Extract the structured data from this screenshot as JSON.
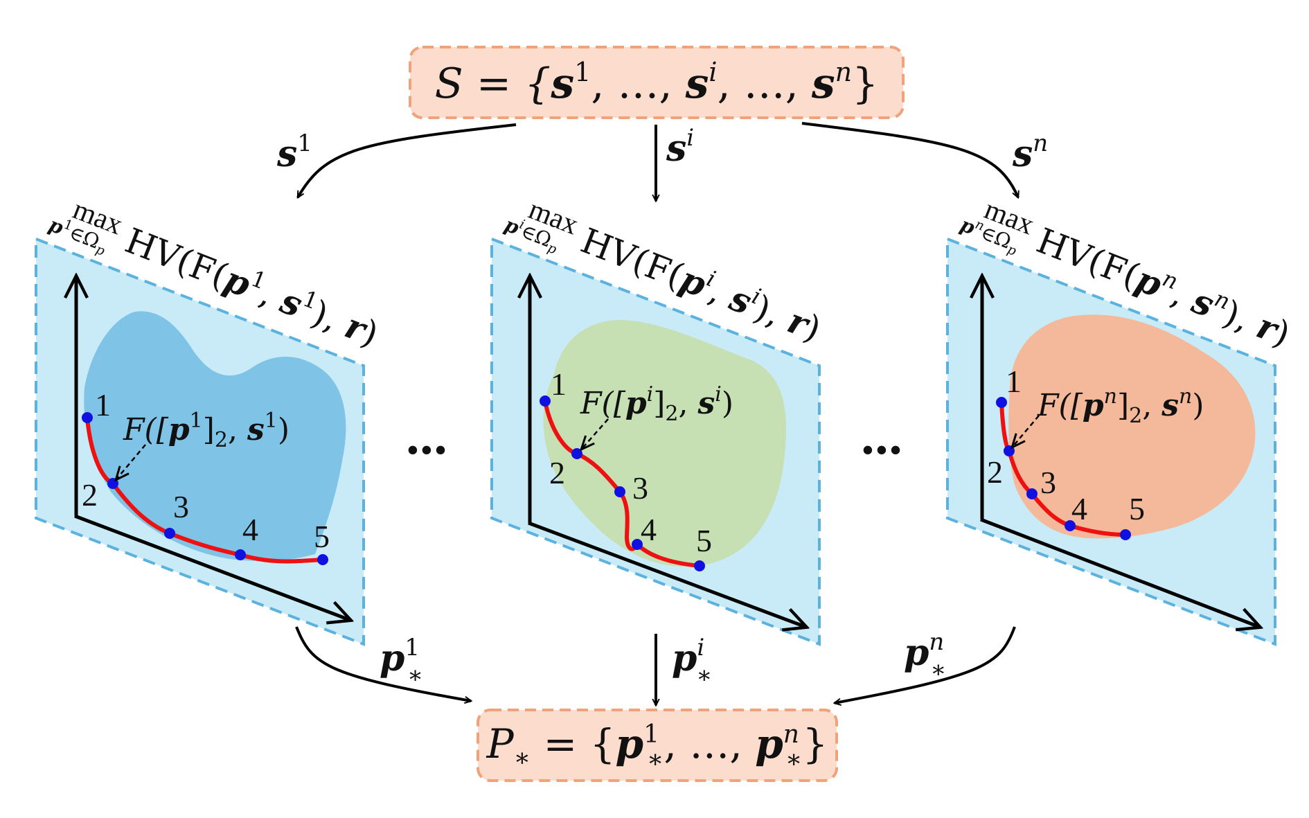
{
  "top_set": {
    "base": "S = {",
    "items": [
      "s",
      "1",
      ", …, ",
      "s",
      "i",
      ", …, ",
      "s",
      "n"
    ],
    "close": "}"
  },
  "bottom_set": {
    "base": "P",
    "star": "∗",
    "eq": " = {",
    "p": "p",
    "sup1": "1",
    "sep": ", …, ",
    "supn": "n",
    "close": "}"
  },
  "inputs": [
    {
      "vec": "s",
      "sup": "1"
    },
    {
      "vec": "s",
      "sup": "i"
    },
    {
      "vec": "s",
      "sup": "n"
    }
  ],
  "outputs": [
    {
      "vec": "p",
      "sup": "1",
      "sub": "∗"
    },
    {
      "vec": "p",
      "sup": "i",
      "sub": "∗"
    },
    {
      "vec": "p",
      "sup": "n",
      "sub": "∗"
    }
  ],
  "ellipsis": "•••",
  "panels": [
    {
      "max_word": "max",
      "max_sub_vec": "p",
      "max_sub_sup": "1",
      "max_sub_rest": "∈Ω",
      "max_sub_p": "p",
      "hv_prefix": "HV(F(",
      "vec_p": "p",
      "sup": "1",
      "comma": ", ",
      "vec_s": "s",
      "hv_suffix": "), ",
      "vec_r": "r",
      "close": ")",
      "anno_prefix": "F([",
      "anno_p": "p",
      "anno_sup": "1",
      "anno_mid": "]",
      "anno_sub": "2",
      "anno_comma": ", ",
      "anno_s": "s",
      "anno_close": ")",
      "region_color": "#7fc3e6",
      "point_labels": [
        "1",
        "2",
        "3",
        "4",
        "5"
      ]
    },
    {
      "max_word": "max",
      "max_sub_vec": "p",
      "max_sub_sup": "i",
      "max_sub_rest": "∈Ω",
      "max_sub_p": "p",
      "hv_prefix": "HV(F(",
      "vec_p": "p",
      "sup": "i",
      "comma": ", ",
      "vec_s": "s",
      "hv_suffix": "), ",
      "vec_r": "r",
      "close": ")",
      "anno_prefix": "F([",
      "anno_p": "p",
      "anno_sup": "i",
      "anno_mid": "]",
      "anno_sub": "2",
      "anno_comma": ", ",
      "anno_s": "s",
      "anno_close": ")",
      "region_color": "#c6e0b4",
      "point_labels": [
        "1",
        "2",
        "3",
        "4",
        "5"
      ]
    },
    {
      "max_word": "max",
      "max_sub_vec": "p",
      "max_sub_sup": "n",
      "max_sub_rest": "∈Ω",
      "max_sub_p": "p",
      "hv_prefix": "HV(F(",
      "vec_p": "p",
      "sup": "n",
      "comma": ", ",
      "vec_s": "s",
      "hv_suffix": "), ",
      "vec_r": "r",
      "close": ")",
      "anno_prefix": "F([",
      "anno_p": "p",
      "anno_sup": "n",
      "anno_mid": "]",
      "anno_sub": "2",
      "anno_comma": ", ",
      "anno_s": "s",
      "anno_close": ")",
      "region_color": "#f4b99a",
      "point_labels": [
        "1",
        "2",
        "3",
        "4",
        "5"
      ]
    }
  ],
  "colors": {
    "box_fill": "#fbdccd",
    "box_stroke": "#f0a27a",
    "panel_fill": "#c9ebf8",
    "panel_stroke": "#5bb2de",
    "curve": "#ee1111",
    "point": "#1010e0",
    "arrow": "#000000"
  }
}
